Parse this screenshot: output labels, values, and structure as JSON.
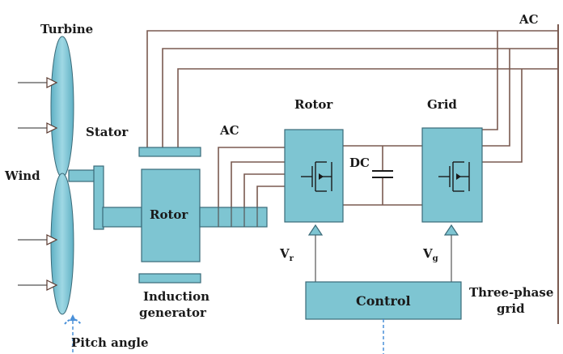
{
  "labels": {
    "turbine": "Turbine",
    "stator": "Stator",
    "wind": "Wind",
    "rotor_gen": "Rotor",
    "induction_1": "Induction",
    "induction_2": "generator",
    "ac_top": "AC",
    "ac_mid": "AC",
    "rotor_conv": "Rotor",
    "grid_conv": "Grid",
    "dc": "DC",
    "vr_main": "V",
    "vr_sub": "r",
    "vg_main": "V",
    "vg_sub": "g",
    "control": "Control",
    "three_phase_1": "Three-phase",
    "three_phase_2": "grid",
    "pitch": "Pitch angle"
  },
  "colors": {
    "box_fill": "#7ec5d2",
    "box_stroke": "#3a6a78",
    "wire": "#7a5a50",
    "signal": "#4a90d9",
    "arrow": "#5a3a30"
  }
}
